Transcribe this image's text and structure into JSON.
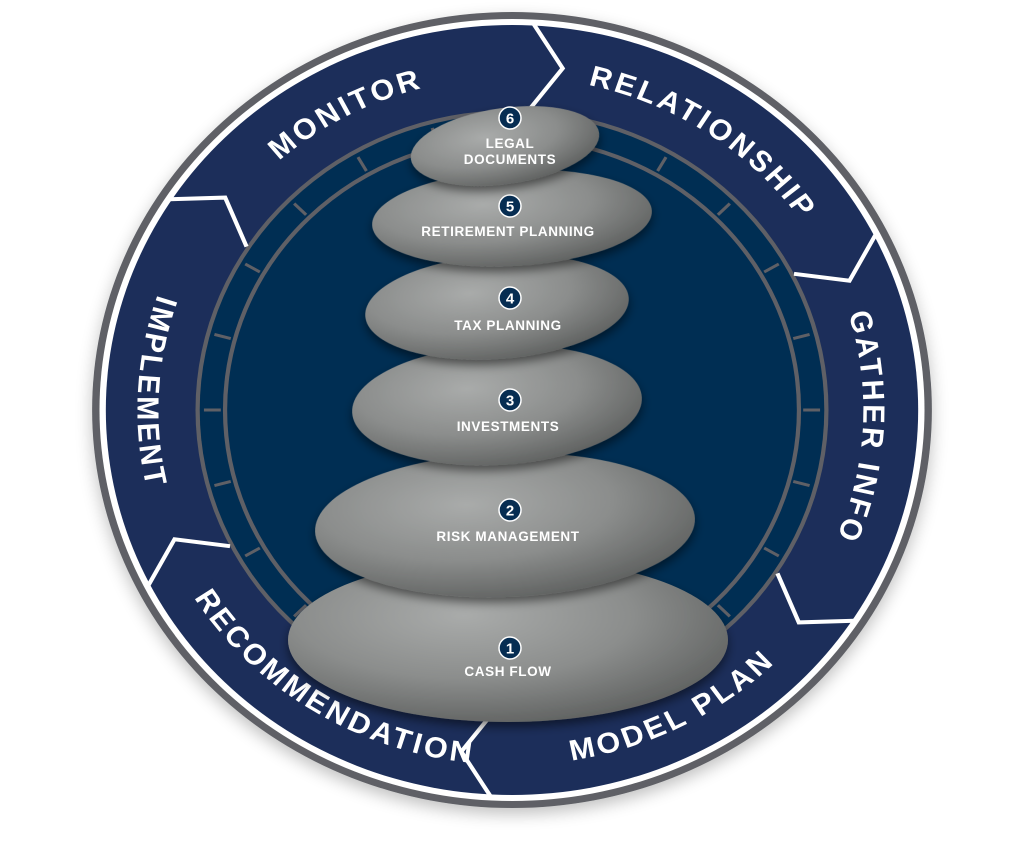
{
  "cycle": {
    "steps": [
      {
        "label": "MONITOR"
      },
      {
        "label": "RELATIONSHIP"
      },
      {
        "label": "GATHER INFO"
      },
      {
        "label": "MODEL PLAN"
      },
      {
        "label": "RECOMMENDATION"
      },
      {
        "label": "IMPLEMENT"
      }
    ]
  },
  "stones": [
    {
      "number": "1",
      "label": "CASH FLOW"
    },
    {
      "number": "2",
      "label": "RISK MANAGEMENT"
    },
    {
      "number": "3",
      "label": "INVESTMENTS"
    },
    {
      "number": "4",
      "label": "TAX PLANNING"
    },
    {
      "number": "5",
      "label": "RETIREMENT PLANNING"
    },
    {
      "number": "6",
      "label_line1": "LEGAL",
      "label_line2": "DOCUMENTS"
    }
  ],
  "colors": {
    "band": "#1c2f5a",
    "inner": "#062d52",
    "ring": "#5f6166",
    "stone": "#8a8c8c"
  }
}
